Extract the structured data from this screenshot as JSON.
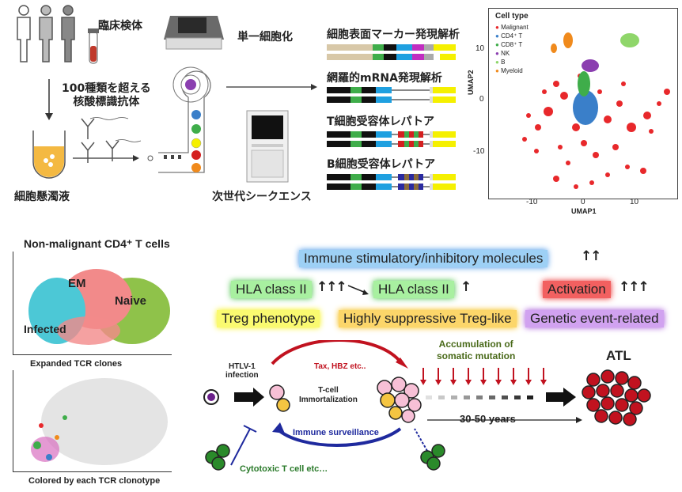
{
  "top_panel": {
    "clinical_sample": "臨床検体",
    "single_cell": "単一細胞化",
    "antibodies": "100種類を超える\n核酸標識抗体",
    "cell_suspension": "細胞懸濁液",
    "sequencer": "次世代シークエンス",
    "analyses": [
      {
        "label": "細胞表面マーカー発現解析"
      },
      {
        "label": "網羅的mRNA発現解析"
      },
      {
        "label": "T細胞受容体レパトア"
      },
      {
        "label": "B細胞受容体レパトア"
      }
    ]
  },
  "umap": {
    "legend_title": "Cell type",
    "legend": [
      {
        "name": "Malignant",
        "color": "#e8282b"
      },
      {
        "name": "CD4⁺ T",
        "color": "#3a7fc9"
      },
      {
        "name": "CD8⁺ T",
        "color": "#3fad4a"
      },
      {
        "name": "NK",
        "color": "#8b3fb0"
      },
      {
        "name": "B",
        "color": "#8fd66a"
      },
      {
        "name": "Myeloid",
        "color": "#f08a1c"
      }
    ],
    "xlabel": "UMAP1",
    "ylabel": "UMAP2",
    "xticks": [
      "-10",
      "0",
      "10"
    ],
    "yticks": [
      "10",
      "0",
      "-10"
    ]
  },
  "bottom_left": {
    "title": "Non-malignant CD4⁺ T cells",
    "clusters": [
      {
        "label": "EM"
      },
      {
        "label": "Naive"
      },
      {
        "label": "Infected"
      }
    ],
    "caption1": "Expanded TCR clones",
    "caption2": "Colored by each TCR clonotype"
  },
  "phenotypes": {
    "immune_molecules": {
      "label": "Immune stimulatory/inhibitory molecules",
      "arrows": "↑↑",
      "color": "#3a8ee6"
    },
    "hla_high": {
      "label": "HLA class II",
      "arrows": "↑↑↑",
      "color": "#3fbf3f"
    },
    "hla_low": {
      "label": "HLA class II",
      "arrows": "↑",
      "color": "#3fbf3f"
    },
    "activation": {
      "label": "Activation",
      "arrows": "↑↑↑",
      "color": "#e82828"
    },
    "treg": {
      "label": "Treg phenotype",
      "color": "#f5f000"
    },
    "treg_like": {
      "label": "Highly suppressive Treg-like",
      "color": "#f5b800"
    },
    "genetic": {
      "label": "Genetic event-related",
      "color": "#a24fd6"
    }
  },
  "process": {
    "htlv": "HTLV-1\ninfection",
    "tax": "Tax, HBZ etc..",
    "immortalization": "T-cell\nImmortalization",
    "surveillance": "Immune surveillance",
    "cytotoxic": "Cytotoxic T cell etc…",
    "accumulation": "Accumulation of\nsomatic mutation",
    "years": "30-50 years",
    "atl": "ATL"
  }
}
